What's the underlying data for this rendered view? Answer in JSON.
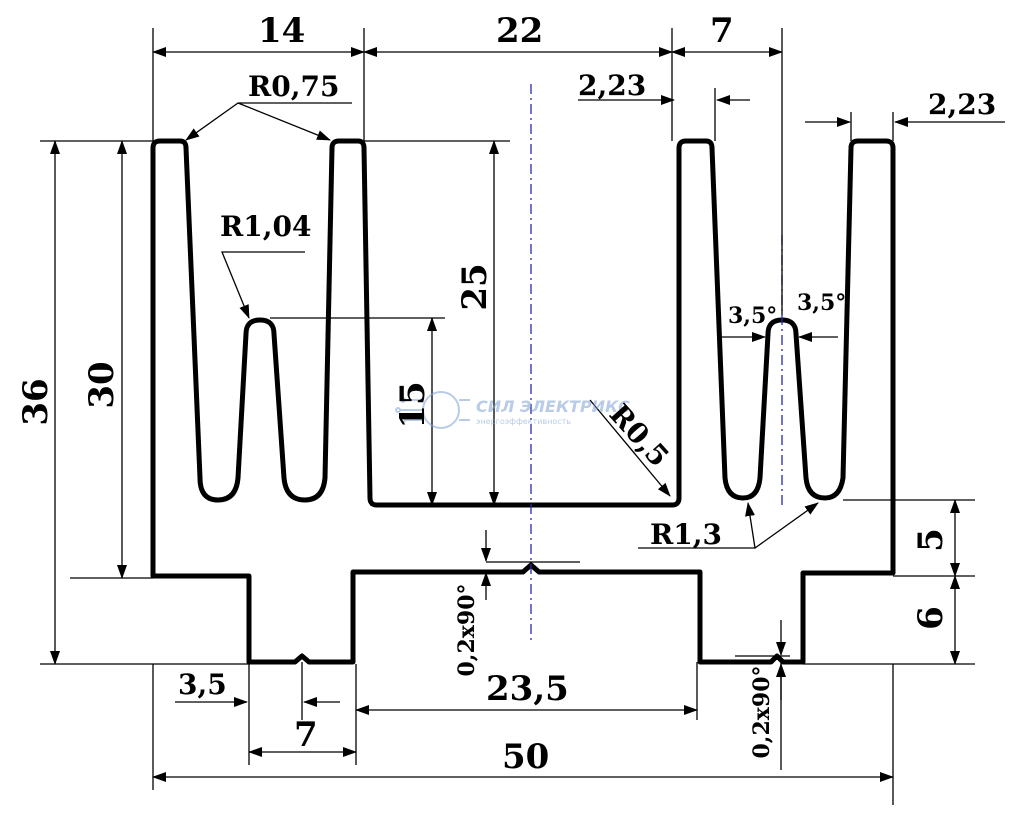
{
  "dimensions": {
    "top_width_left": "14",
    "top_width_mid": "22",
    "top_width_right": "7",
    "fin_thickness_left": "2,23",
    "fin_thickness_right": "2,23",
    "radius_fin_tip": "R0,75",
    "radius_small_fin": "R1,04",
    "radius_channel": "R0,5",
    "radius_root": "R1,3",
    "angle_left": "3,5°",
    "angle_right": "3,5°",
    "total_height": "36",
    "fin_height": "30",
    "channel_depth": "25",
    "small_fin_height": "15",
    "base_step": "5",
    "foot_height": "6",
    "groove_mid": "0,2x90°",
    "groove_right": "0,2x90°",
    "foot_offset": "3,5",
    "foot_width": "7",
    "center_width": "23,5",
    "total_width": "50"
  },
  "watermark": {
    "brand": "СИЛ ЭЛЕКТРИКС",
    "tagline": "энергоэффективность"
  },
  "colors": {
    "stroke": "#000000",
    "axis": "#2a2aa8",
    "watermark": "#7fa3d4"
  }
}
